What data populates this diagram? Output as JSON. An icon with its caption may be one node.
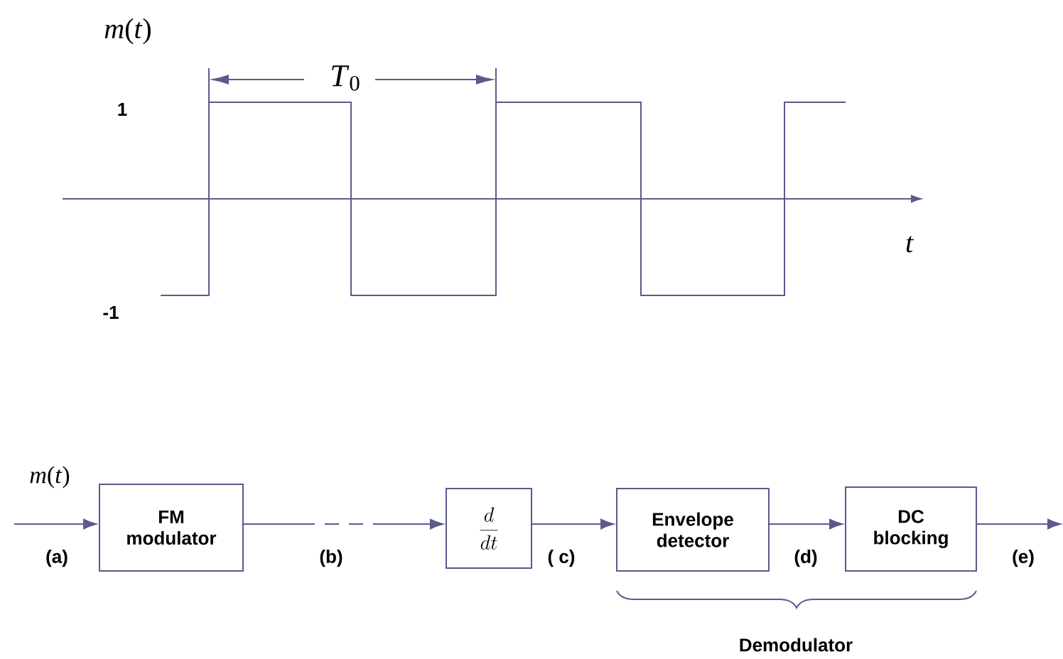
{
  "diagram": {
    "nodes": [
      {
        "text": [
          "FM modulator"
        ]
      },
      {
        "text": [
          "\\frac{d}{dt}"
        ]
      },
      {
        "text": [
          "Envelope detector"
        ]
      },
      {
        "text": [
          "DC blocking"
        ]
      }
    ],
    "edges": [
      {
        "from": null,
        "to": 0,
        "arrow": "to",
        "label": "(a)"
      },
      {
        "from": 0,
        "to": 1,
        "arrow": "to",
        "label": "(b)",
        "style": "dashed"
      },
      {
        "from": 1,
        "to": 2,
        "arrow": "to",
        "label": "( c)"
      },
      {
        "from": 2,
        "to": 3,
        "arrow": "to",
        "label": "(d)"
      },
      {
        "from": 3,
        "to": null,
        "arrow": "to",
        "label": "(e)"
      }
    ],
    "labels": [
      "*m*(*t*)",
      "*T*$_{0}$",
      "1",
      "*t*",
      "-1",
      "*m*(*t*)",
      "Demodulator"
    ]
  }
}
